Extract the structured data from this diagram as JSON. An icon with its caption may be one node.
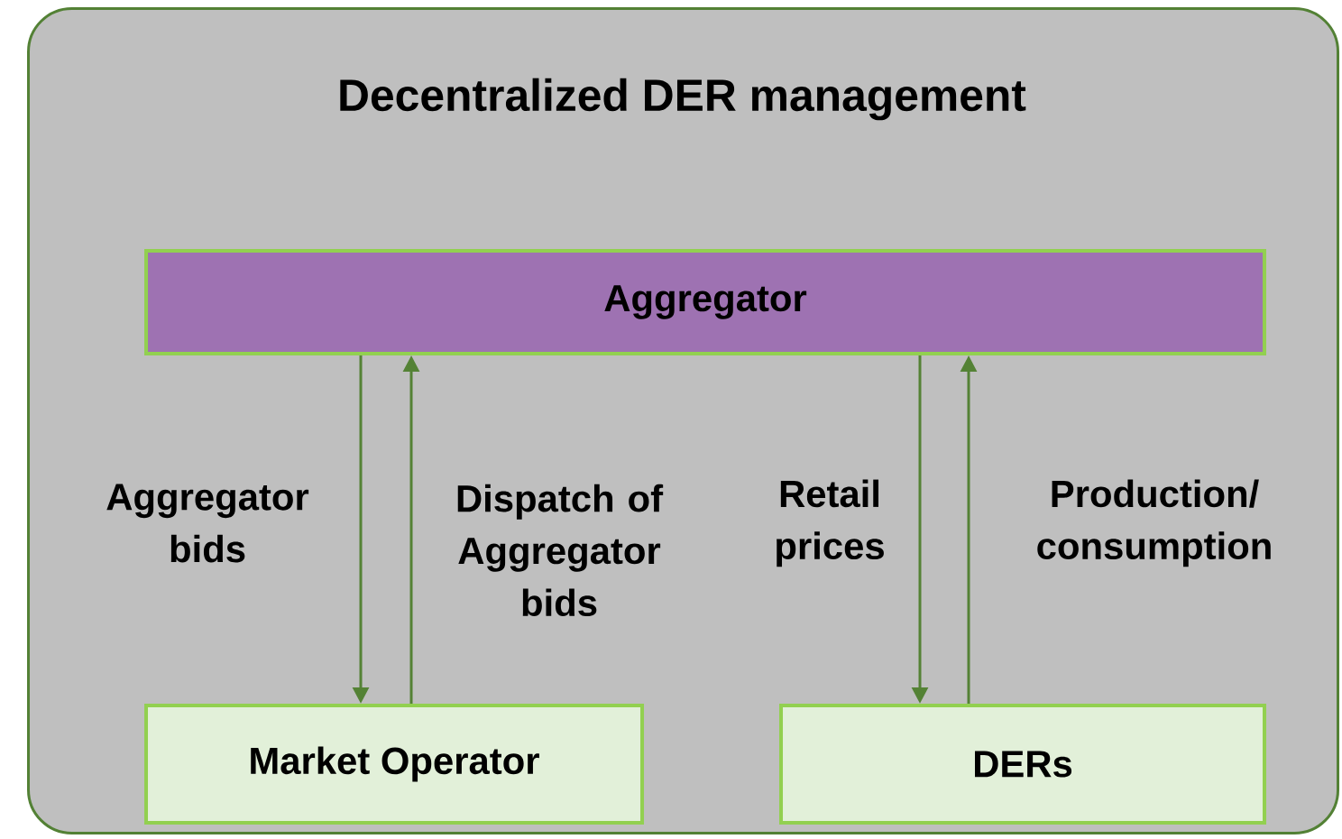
{
  "diagram": {
    "nodes": [
      {
        "text": [
          "Decentralized DER management"
        ]
      },
      {
        "text": [
          "Aggregator"
        ],
        "in": 0
      },
      {
        "text": [
          "Market Operator"
        ],
        "in": 0
      },
      {
        "text": [
          "DERs"
        ],
        "in": 0
      }
    ],
    "edges": [
      {
        "from": 1,
        "to": 2,
        "arrow": "to",
        "label": "Aggregator bids"
      },
      {
        "from": 2,
        "to": 1,
        "arrow": "to",
        "label": "Dispatch of Aggregator bids"
      },
      {
        "from": 1,
        "to": 3,
        "arrow": "to",
        "label": "Retail prices"
      },
      {
        "from": 3,
        "to": 1,
        "arrow": "to",
        "label": "Production/ consumption"
      }
    ]
  }
}
